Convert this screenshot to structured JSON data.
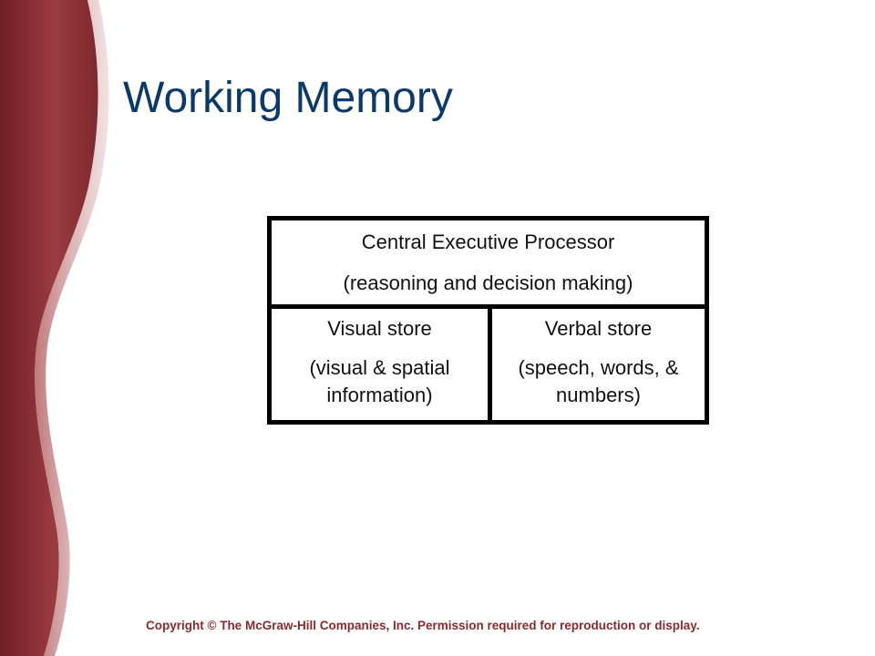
{
  "slide": {
    "title": "Working Memory",
    "copyright": "Copyright © The McGraw-Hill Companies, Inc. Permission required for reproduction or display."
  },
  "diagram": {
    "central_executive": {
      "name": "Central Executive Processor",
      "description": "(reasoning and decision making)"
    },
    "visual_store": {
      "name": "Visual store",
      "description": "(visual & spatial information)"
    },
    "verbal_store": {
      "name": "Verbal store",
      "description": "(speech, words, & numbers)"
    }
  },
  "colors": {
    "title": "#0a3a6a",
    "copyright": "#8b2a2c",
    "band_dark": "#6e1f24",
    "band_mid": "#9a3b40",
    "band_light": "#c98a8c"
  }
}
